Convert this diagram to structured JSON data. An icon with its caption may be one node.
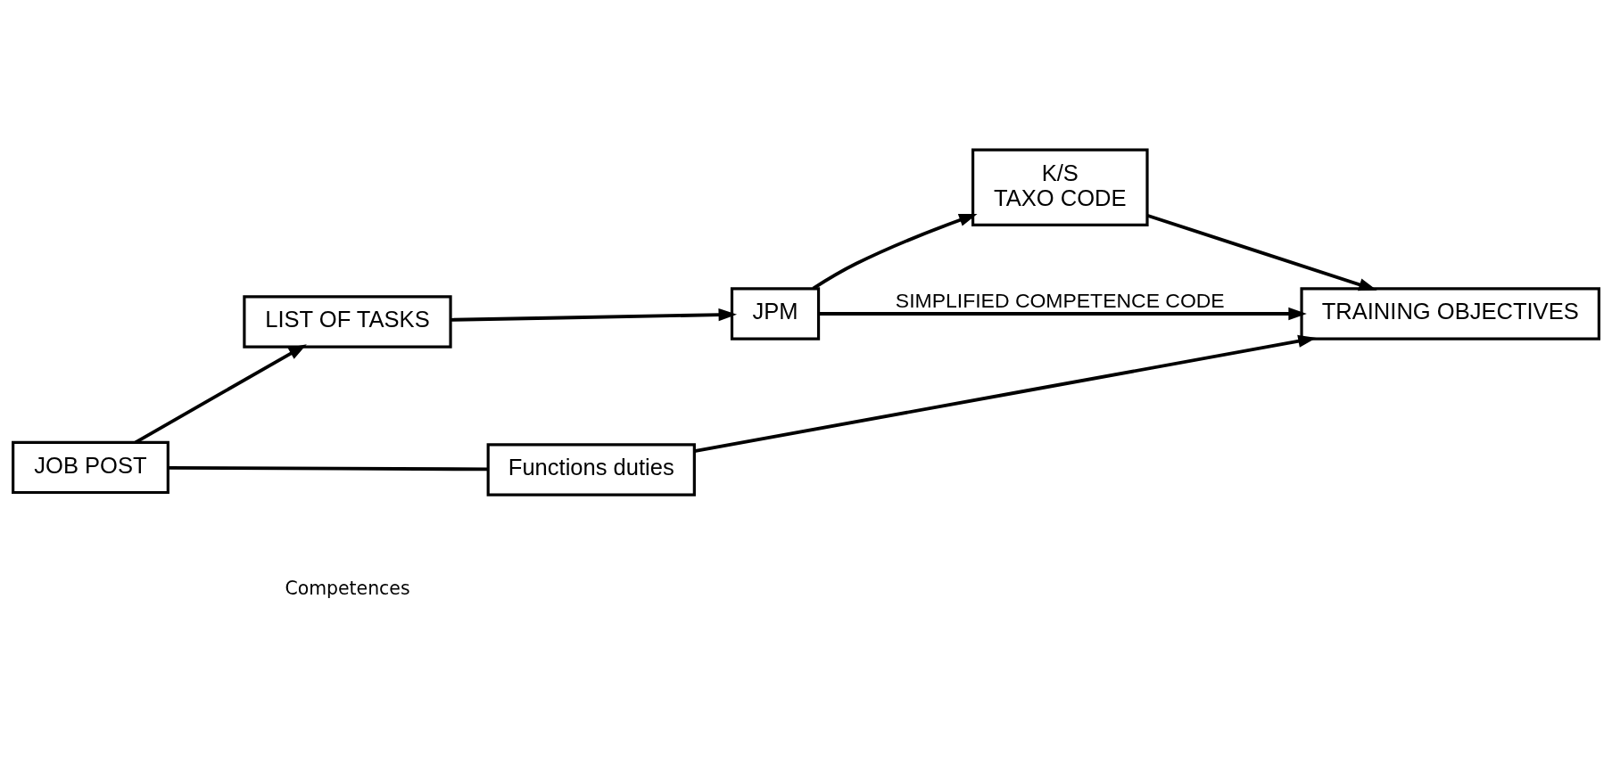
{
  "diagram": {
    "nodes": [
      {
        "text": [
          "JOB POST"
        ]
      },
      {
        "text": [
          "LIST OF TASKS"
        ]
      },
      {
        "text": [
          "JPM"
        ]
      },
      {
        "text": [
          "K/S",
          "TAXO CODE"
        ]
      },
      {
        "text": [
          "TRAINING OBJECTIVES"
        ]
      },
      {
        "text": [
          "Functions duties"
        ]
      }
    ],
    "edges": [
      {
        "from": 0,
        "to": 1,
        "arrow": "to"
      },
      {
        "from": 1,
        "to": 2,
        "arrow": "to"
      },
      {
        "from": 2,
        "to": 3,
        "arrow": "to"
      },
      {
        "from": 3,
        "to": 4,
        "arrow": "to"
      },
      {
        "from": 2,
        "to": 4,
        "arrow": "to",
        "label": "SIMPLIFIED COMPETENCE CODE"
      },
      {
        "from": 0,
        "to": 5,
        "arrow": "none"
      },
      {
        "from": 5,
        "to": 4,
        "arrow": "to"
      }
    ],
    "labels": [
      "Competences"
    ]
  }
}
